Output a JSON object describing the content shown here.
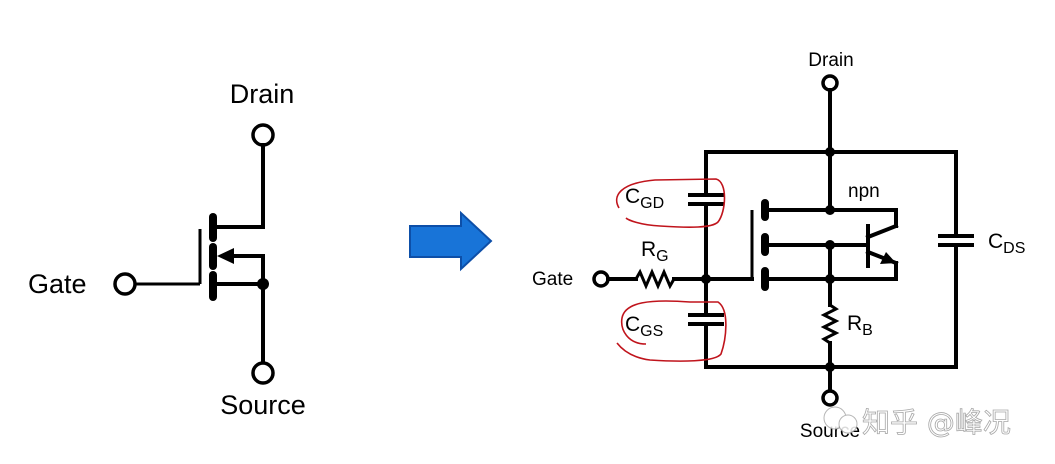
{
  "left_symbol": {
    "title": "MOSFET symbol",
    "drain_label": "Drain",
    "gate_label": "Gate",
    "source_label": "Source"
  },
  "arrow": {
    "direction": "right",
    "color": "#1874d8"
  },
  "equivalent_circuit": {
    "drain_label": "Drain",
    "gate_label": "Gate",
    "source_label": "Source",
    "rg": {
      "main": "R",
      "sub": "G"
    },
    "rb": {
      "main": "R",
      "sub": "B"
    },
    "cgd": {
      "main": "C",
      "sub": "GD"
    },
    "cgs": {
      "main": "C",
      "sub": "GS"
    },
    "cds": {
      "main": "C",
      "sub": "DS"
    },
    "bjt_label": "npn",
    "highlight_color": "#c0141c"
  },
  "watermark": "知乎 @峰况"
}
